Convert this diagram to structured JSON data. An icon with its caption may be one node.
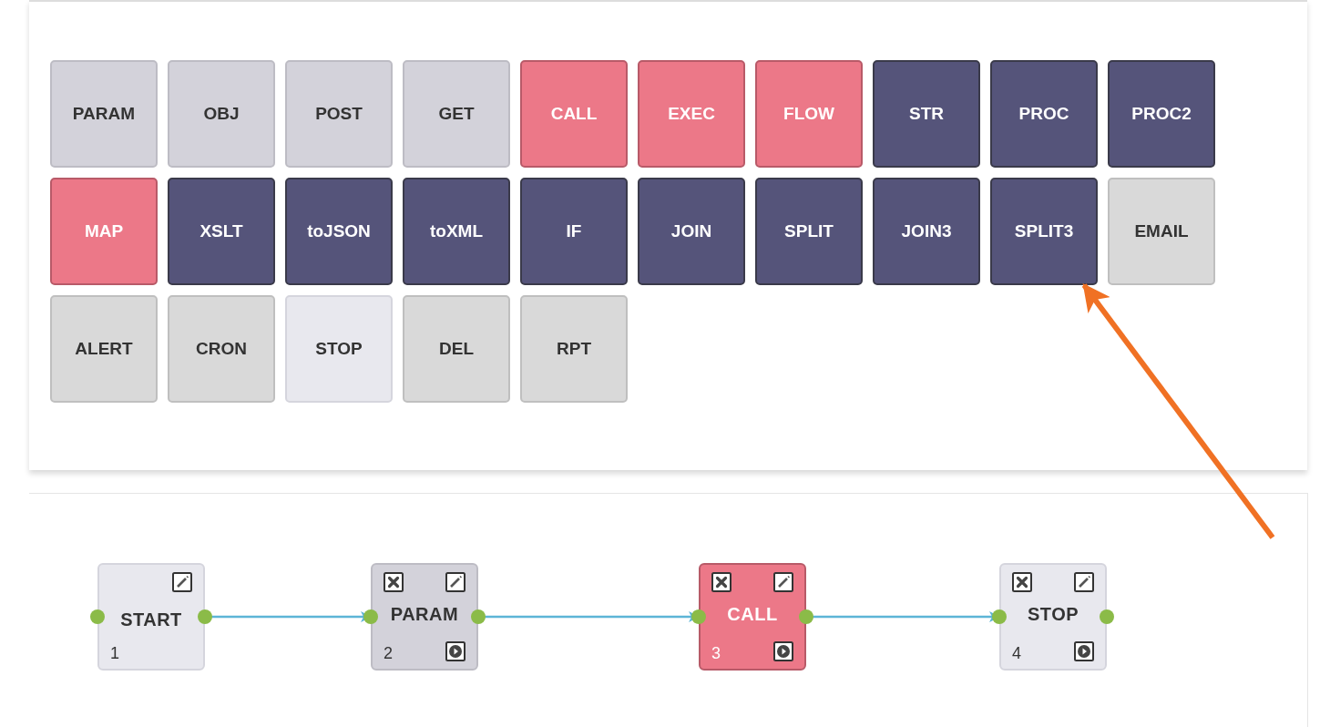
{
  "diagram": {
    "nodes": [
      {
        "text": [
          "PARAM"
        ]
      },
      {
        "text": [
          "OBJ"
        ]
      },
      {
        "text": [
          "POST"
        ]
      },
      {
        "text": [
          "GET"
        ]
      },
      {
        "text": [
          "CALL"
        ]
      },
      {
        "text": [
          "EXEC"
        ]
      },
      {
        "text": [
          "FLOW"
        ]
      },
      {
        "text": [
          "STR"
        ]
      },
      {
        "text": [
          "PROC"
        ]
      },
      {
        "text": [
          "PROC2"
        ]
      },
      {
        "text": [
          "MAP"
        ]
      },
      {
        "text": [
          "XSLT"
        ]
      },
      {
        "text": [
          "toJSON"
        ]
      },
      {
        "text": [
          "toXML"
        ]
      },
      {
        "text": [
          "IF"
        ]
      },
      {
        "text": [
          "JOIN"
        ]
      },
      {
        "text": [
          "SPLIT"
        ]
      },
      {
        "text": [
          "JOIN3"
        ]
      },
      {
        "text": [
          "SPLIT3"
        ]
      },
      {
        "text": [
          "EMAIL"
        ]
      },
      {
        "text": [
          "ALERT"
        ]
      },
      {
        "text": [
          "CRON"
        ]
      },
      {
        "text": [
          "STOP"
        ]
      },
      {
        "text": [
          "DEL"
        ]
      },
      {
        "text": [
          "RPT"
        ]
      },
      {
        "text": [
          "START",
          "1"
        ]
      },
      {
        "text": [
          "PARAM",
          "2"
        ]
      },
      {
        "text": [
          "CALL",
          "3"
        ]
      },
      {
        "text": [
          "STOP",
          "4"
        ]
      }
    ],
    "edges": [
      {
        "from": 25,
        "to": 26,
        "arrow": "to"
      },
      {
        "from": 26,
        "to": 27,
        "arrow": "to"
      },
      {
        "from": 27,
        "to": 28,
        "arrow": "to"
      },
      {
        "from": null,
        "to": 18,
        "arrow": "to",
        "style": "thick",
        "color": "#f07124"
      }
    ]
  }
}
